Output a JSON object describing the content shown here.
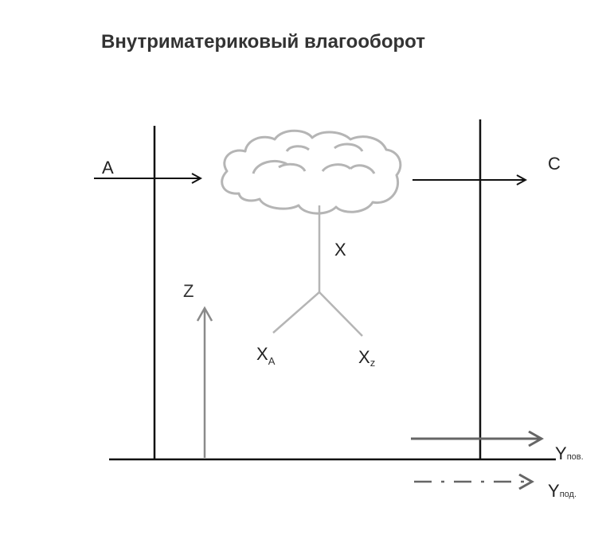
{
  "diagram": {
    "title": "Внутриматериковый влагооборот",
    "labels": {
      "a": "A",
      "c": "C",
      "x": "X",
      "z": "Z",
      "xa_main": "X",
      "xa_sub": "A",
      "xz_main": "X",
      "xz_sub": "z",
      "ypov_main": "Y",
      "ypov_sub": "пов.",
      "ypod_main": "Y",
      "ypod_sub": "под."
    },
    "colors": {
      "black": "#111111",
      "grey": "#8a8a8a",
      "cloud": "#b5b5b5",
      "dark_grey": "#666666"
    }
  }
}
